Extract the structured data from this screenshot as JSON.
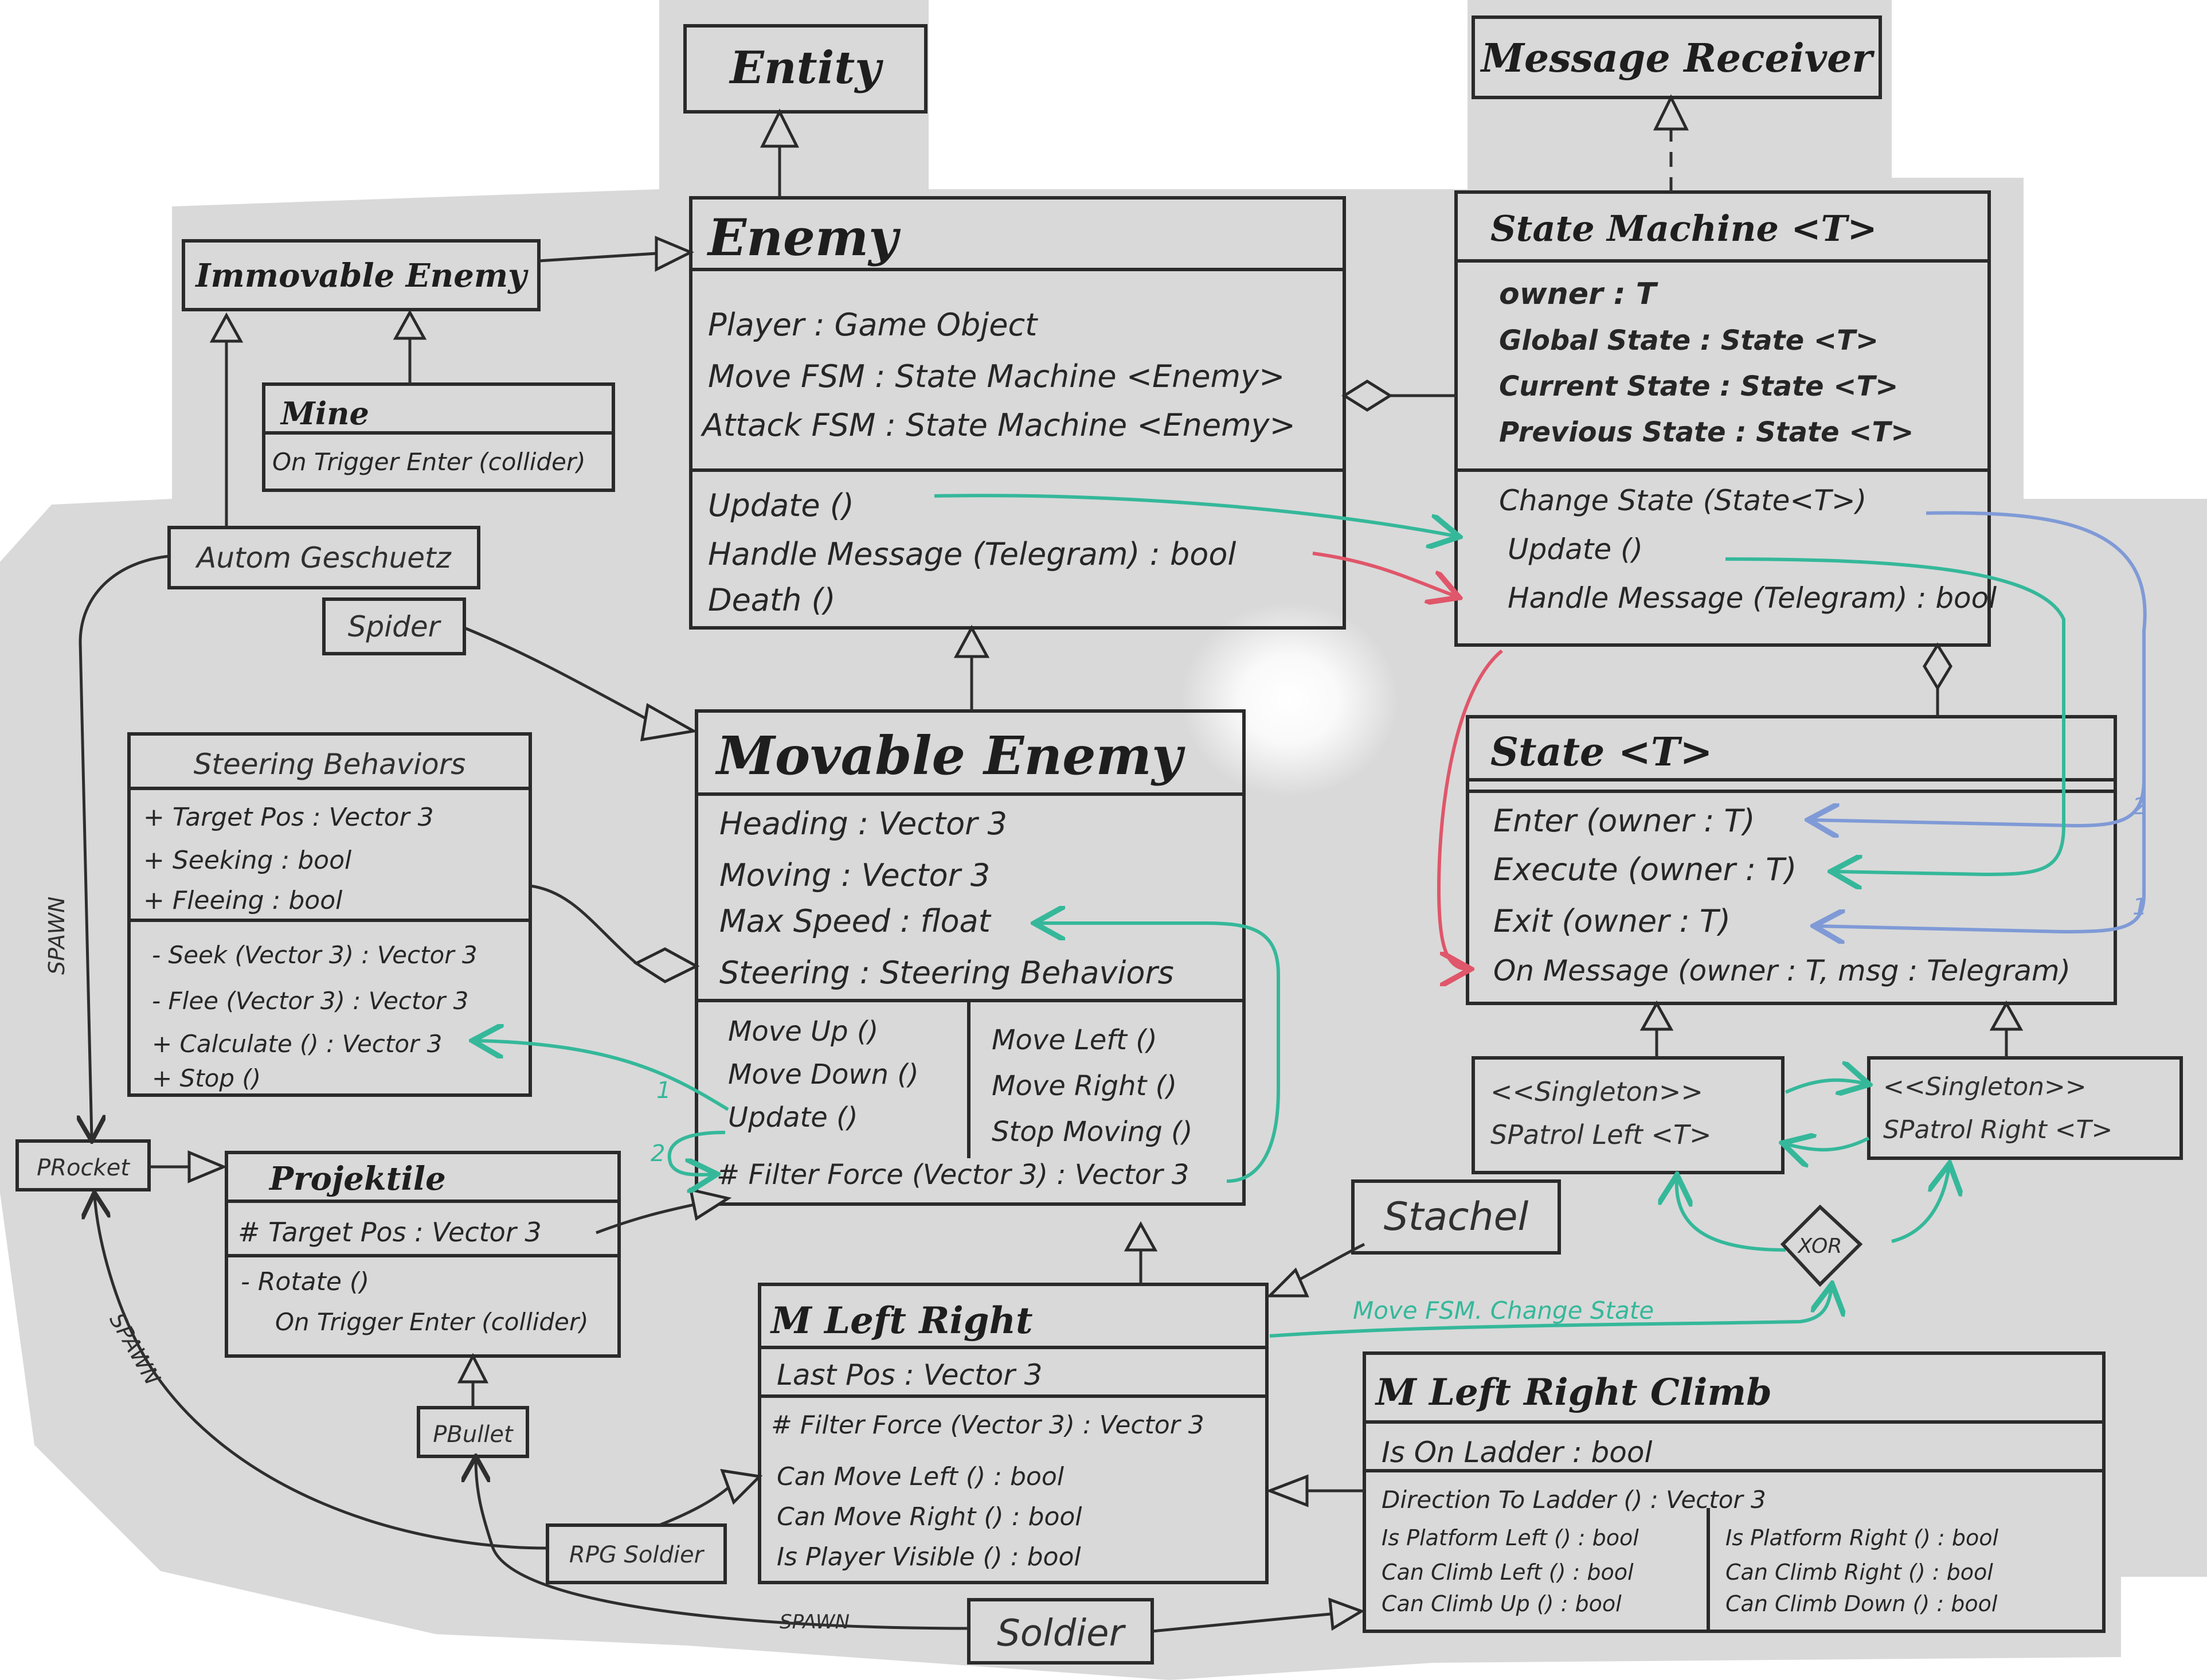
{
  "classes": {
    "entity": {
      "title": "Entity"
    },
    "message_receiver": {
      "title": "Message Receiver"
    },
    "enemy": {
      "title": "Enemy",
      "attributes": [
        "Player : Game Object",
        "Move FSM : State Machine <Enemy>",
        "Attack FSM : State Machine <Enemy>"
      ],
      "methods": [
        "Update ()",
        "Handle Message (Telegram) : bool",
        "Death ()"
      ]
    },
    "state_machine": {
      "title": "State Machine <T>",
      "attributes": [
        "owner : T",
        "Global State : State <T>",
        "Current State : State <T>",
        "Previous State : State <T>"
      ],
      "methods": [
        "Change State (State<T>)",
        "Update ()",
        "Handle Message (Telegram) : bool"
      ]
    },
    "immovable_enemy": {
      "title": "Immovable Enemy"
    },
    "mine": {
      "title": "Mine",
      "methods": [
        "On Trigger Enter (collider)"
      ]
    },
    "autom_geschuetz": {
      "title": "Autom Geschuetz"
    },
    "spider": {
      "title": "Spider"
    },
    "steering_behaviors": {
      "title": "Steering Behaviors",
      "attributes": [
        "+ Target Pos : Vector 3",
        "+ Seeking : bool",
        "+ Fleeing : bool"
      ],
      "methods": [
        "- Seek (Vector 3) : Vector 3",
        "- Flee (Vector 3) : Vector 3",
        "+ Calculate () : Vector 3",
        "+ Stop ()"
      ]
    },
    "movable_enemy": {
      "title": "Movable Enemy",
      "attributes": [
        "Heading : Vector 3",
        "Moving : Vector 3",
        "Max Speed : float",
        "Steering : Steering Behaviors"
      ],
      "methods_left": [
        "Move Up ()",
        "Move Down ()",
        "Update ()",
        "# Filter Force (Vector 3) : Vector 3"
      ],
      "methods_right": [
        "Move Left ()",
        "Move Right ()",
        "Stop Moving ()"
      ]
    },
    "state": {
      "title": "State <T>",
      "methods": [
        "Enter (owner : T)",
        "Execute (owner : T)",
        "Exit (owner : T)",
        "On Message (owner : T, msg : Telegram)"
      ]
    },
    "spatrol_left": {
      "stereotype": "<<Singleton>>",
      "title": "SPatrol Left <T>"
    },
    "spatrol_right": {
      "stereotype": "<<Singleton>>",
      "title": "SPatrol Right <T>"
    },
    "procket": {
      "title": "PRocket"
    },
    "projektile": {
      "title": "Projektile",
      "attributes": [
        "# Target Pos : Vector 3"
      ],
      "methods": [
        "- Rotate ()",
        "On Trigger Enter (collider)"
      ]
    },
    "stachel": {
      "title": "Stachel"
    },
    "m_left_right": {
      "title": "M Left Right",
      "attributes": [
        "Last Pos : Vector 3"
      ],
      "methods": [
        "# Filter Force (Vector 3) : Vector 3",
        "Can Move Left () : bool",
        "Can Move Right () : bool",
        "Is Player Visible () : bool"
      ]
    },
    "m_left_right_climb": {
      "title": "M Left Right Climb",
      "attributes": [
        "Is On Ladder : bool"
      ],
      "methods": [
        "Direction To Ladder () : Vector 3"
      ],
      "methods_left": [
        "Is Platform Left () : bool",
        "Can Climb Left () : bool",
        "Can Climb Up () : bool"
      ],
      "methods_right": [
        "Is Platform Right () : bool",
        "Can Climb Right () : bool",
        "Can Climb Down () : bool"
      ]
    },
    "pbullet": {
      "title": "PBullet"
    },
    "rpg_soldier": {
      "title": "RPG Soldier"
    },
    "soldier": {
      "title": "Soldier"
    }
  },
  "labels": {
    "spawn_1": "SPAWN",
    "spawn_2": "SPAWN",
    "spawn_3": "SPAWN",
    "xor": "XOR",
    "move_fsm_change_state": "Move FSM. Change State",
    "num_1a": "1",
    "num_2a": "2",
    "num_1b": "1",
    "num_2b": "2"
  },
  "colors": {
    "board": "#d9d9d9",
    "ink": "#2a2a2a",
    "green_ink": "#35b89a",
    "red_ink": "#e0566a",
    "blue_ink": "#7f9ad6"
  }
}
